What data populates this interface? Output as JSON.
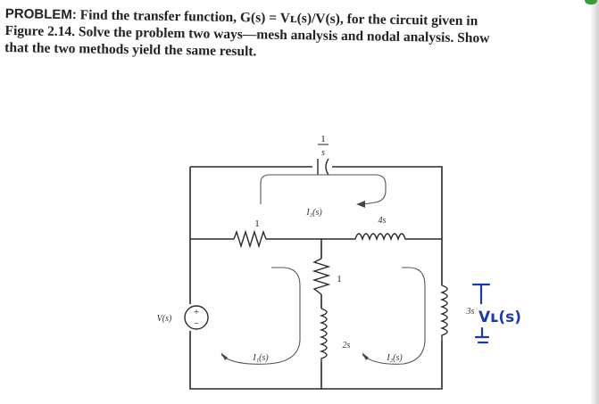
{
  "problem": {
    "heading": "PROBLEM:",
    "line1": "Find the transfer function, G(s) = Vʟ(s)/V(s), for the circuit given in",
    "line2": "Figure 2.14. Solve the problem two ways—mesh analysis and nodal analysis. Show",
    "line3": "that the two methods yield the same result."
  },
  "circuit": {
    "capacitor_num": "1",
    "capacitor_den": "s",
    "resistor_top_left": "1",
    "inductor_top_right": "4s",
    "resistor_middle": "1",
    "inductor_middle": "2s",
    "inductor_right": "3s",
    "source_label": "V(s)",
    "source_plus": "+",
    "source_minus": "−",
    "mesh_current_1": "I₁(s)",
    "mesh_current_2": "I₂(s)",
    "mesh_current_3": "I₃(s)"
  },
  "annotation": {
    "output_text": "Vʟ(s)",
    "plus_mark": "T",
    "minus_mark": "⊥",
    "ink_color": "#1f3aa8"
  }
}
